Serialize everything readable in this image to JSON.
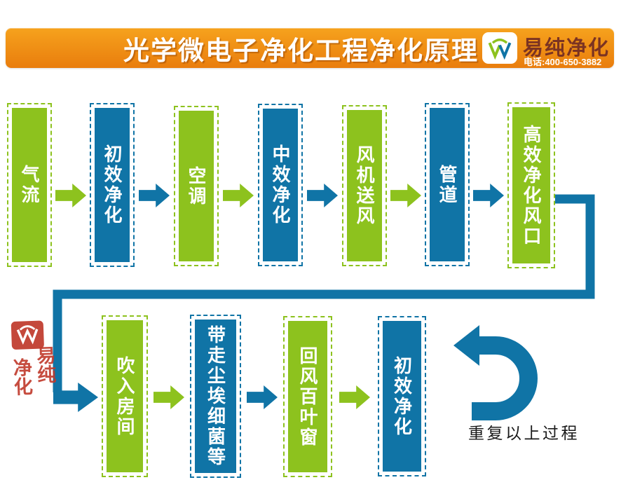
{
  "header": {
    "title": "光学微电子净化工程净化原理",
    "brand": "易纯净化",
    "phone": "电话:400-650-3882"
  },
  "colors": {
    "green": "#8dc21e",
    "blue": "#1074a6",
    "orange-top": "#f6a21d",
    "orange-bottom": "#e97d0d",
    "brand": "#7b3322",
    "stamp": "#c0392b",
    "ink": "#1a1a1a"
  },
  "flow": {
    "row1": [
      {
        "label": "气流",
        "color": "green"
      },
      {
        "label": "初效净化",
        "color": "blue"
      },
      {
        "label": "空调",
        "color": "green"
      },
      {
        "label": "中效净化",
        "color": "blue"
      },
      {
        "label": "风机送风",
        "color": "green"
      },
      {
        "label": "管道",
        "color": "blue"
      },
      {
        "label": "高效净化风口",
        "color": "green"
      }
    ],
    "row2": [
      {
        "label": "吹入房间",
        "color": "green"
      },
      {
        "label": "带走尘埃细菌等",
        "color": "blue"
      },
      {
        "label": "回风百叶窗",
        "color": "green"
      },
      {
        "label": "初效净化",
        "color": "blue"
      }
    ],
    "repeat_note": "重复以上过程"
  },
  "stamp": {
    "right": "易纯",
    "left": "净化"
  }
}
